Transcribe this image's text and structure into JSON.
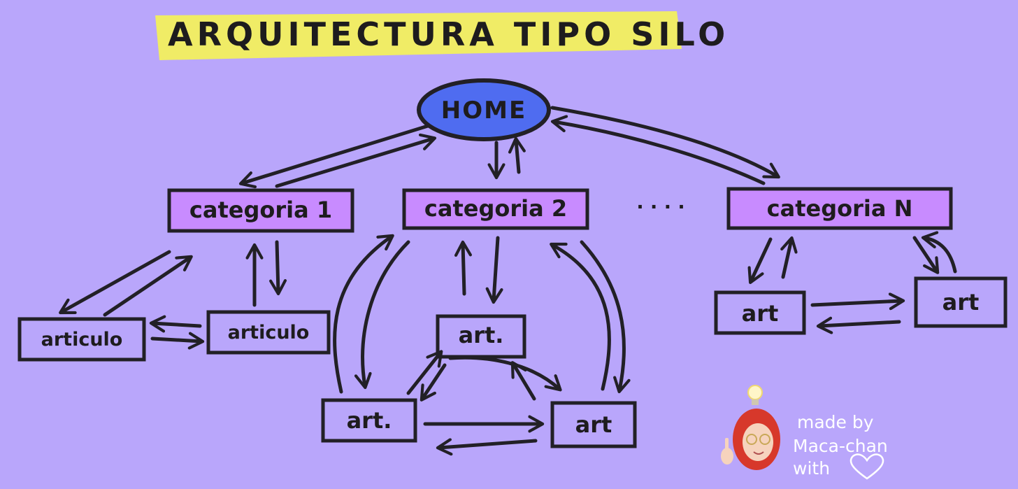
{
  "title": "ARQUITECTURA TIPO SILO",
  "nodes": {
    "home": "HOME",
    "cat1": "categoria 1",
    "cat2": "categoria 2",
    "catN": "categoria N",
    "ellipsis": ". . . .",
    "cat1_art_a": "articulo",
    "cat1_art_b": "articulo",
    "cat2_art_top": "art.",
    "cat2_art_left": "art.",
    "cat2_art_right": "art",
    "catN_art_a": "art",
    "catN_art_b": "art"
  },
  "signature": {
    "line1": "made by",
    "line2": "Maca-chan",
    "line3": "with"
  },
  "colors": {
    "background": "#b9a6fb",
    "title_highlight": "#f2ef5e",
    "home_fill": "#4f6cf0",
    "category_fill": "#c88bff",
    "ink": "#222026"
  }
}
